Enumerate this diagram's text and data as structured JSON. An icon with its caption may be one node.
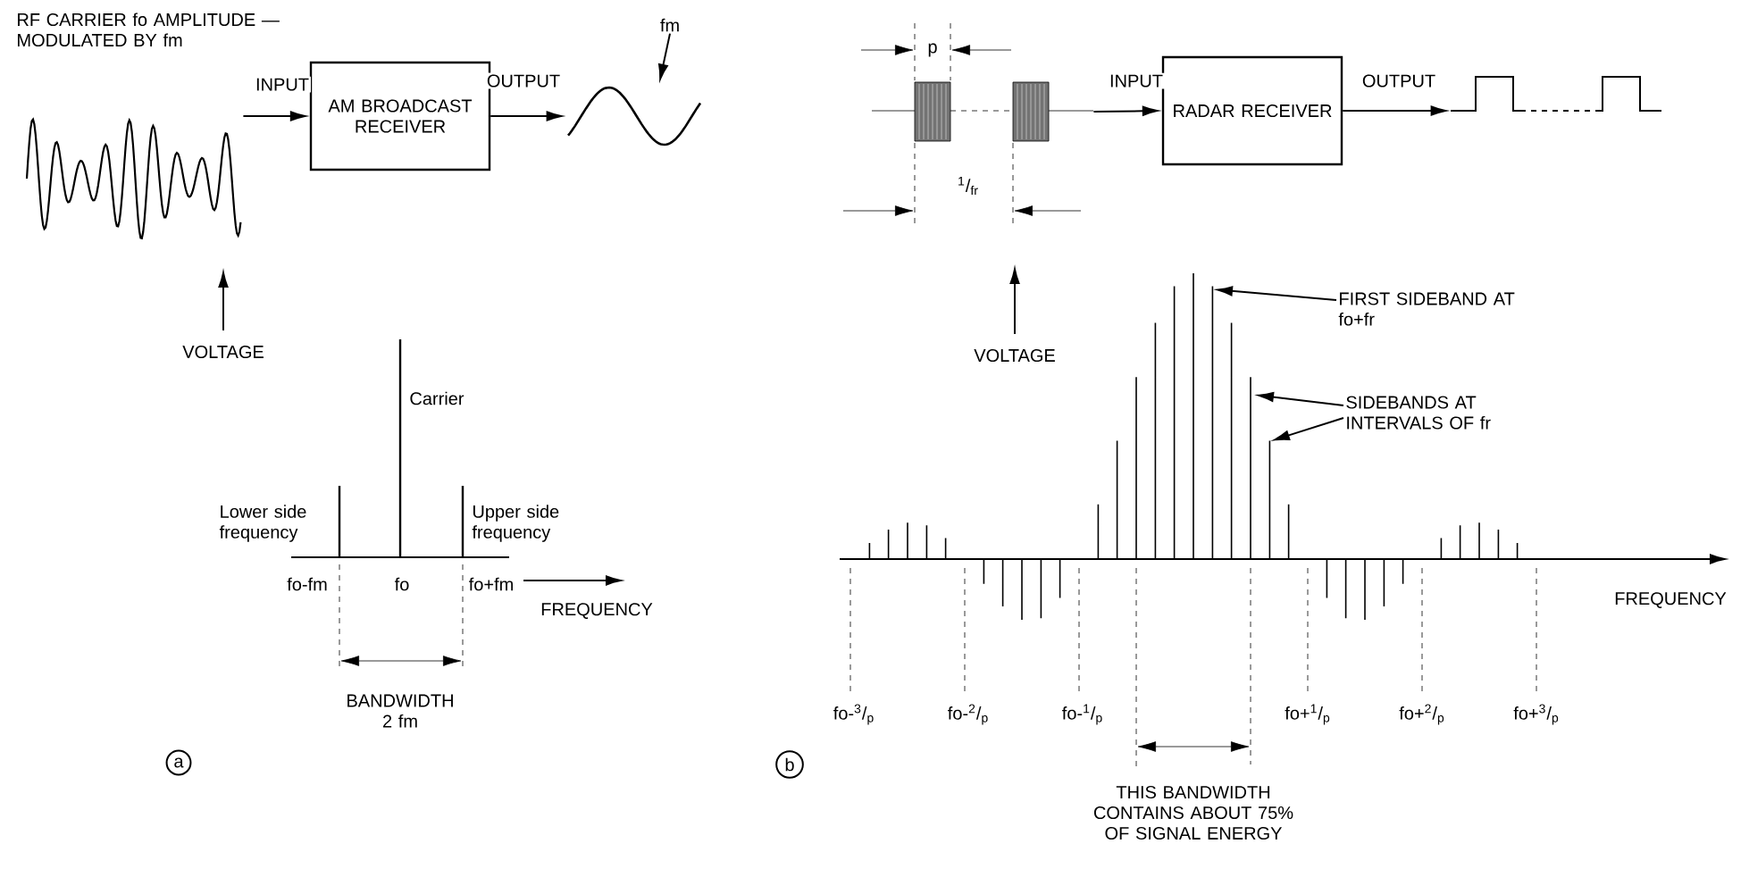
{
  "diagram": {
    "nodes": [
      {
        "text": [],
        "shape": "picture"
      },
      {
        "text": [
          "AM BROADCAST RECEIVER"
        ]
      },
      {
        "text": [],
        "shape": "picture"
      },
      {
        "text": [
          "fm"
        ]
      },
      {
        "text": [],
        "shape": "picture"
      },
      {
        "text": [
          "RADAR RECEIVER"
        ]
      },
      {
        "text": [],
        "shape": "picture"
      },
      {
        "text": [
          "FIRST SIDEBAND AT fo+fr"
        ]
      },
      {
        "text": [
          "SIDEBANDS AT INTERVALS OF fr"
        ]
      }
    ],
    "edges": [
      {
        "from": 0,
        "to": 1,
        "arrow": "to",
        "label": "INPUT"
      },
      {
        "from": 1,
        "to": 2,
        "arrow": "to",
        "label": "OUTPUT"
      },
      {
        "from": 3,
        "to": 2,
        "arrow": "to"
      },
      {
        "from": 4,
        "to": 5,
        "arrow": "to",
        "label": "INPUT"
      },
      {
        "from": 5,
        "to": 6,
        "arrow": "to",
        "label": "OUTPUT"
      },
      {
        "from": 7,
        "to": null,
        "arrow": "to"
      },
      {
        "from": 8,
        "to": null,
        "arrow": "to"
      },
      {
        "from": 8,
        "to": null,
        "arrow": "to"
      }
    ],
    "labels": [
      "RF CARRIER fo AMPLITUDE — MODULATED BY fm",
      "VOLTAGE",
      "Carrier",
      "Lower side frequency",
      "Upper side frequency",
      "fo-fm",
      "fo",
      "fo+fm",
      "FREQUENCY",
      "BANDWIDTH 2 fm",
      "a",
      "p",
      "$^{1}$/$_{fr}$",
      "VOLTAGE",
      "FREQUENCY",
      "fo-$^{3}$/$_{p}$",
      "fo-$^{2}$/$_{p}$",
      "fo-$^{1}$/$_{p}$",
      "fo+$^{1}$/$_{p}$",
      "fo+$^{2}$/$_{p}$",
      "fo+$^{3}$/$_{p}$",
      "b",
      "THIS BANDWIDTH CONTAINS ABOUT 75% OF SIGNAL ENERGY"
    ]
  }
}
